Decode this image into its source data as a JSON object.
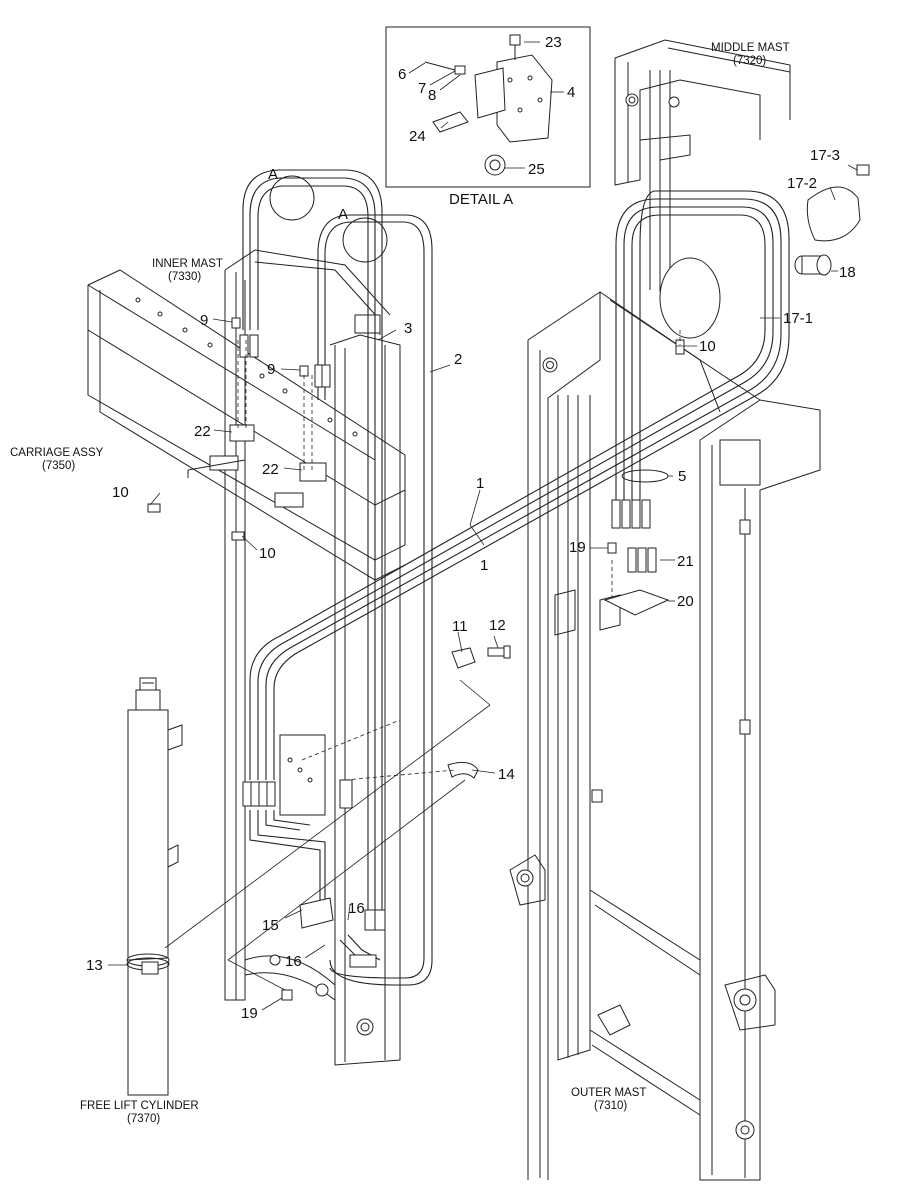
{
  "assemblies": {
    "middle_mast": {
      "name": "MIDDLE MAST",
      "code": "(7320)"
    },
    "inner_mast": {
      "name": "INNER MAST",
      "code": "(7330)"
    },
    "carriage_assy": {
      "name": "CARRIAGE ASSY",
      "code": "(7350)"
    },
    "free_lift_cylinder": {
      "name": "FREE LIFT CYLINDER",
      "code": "(7370)"
    },
    "outer_mast": {
      "name": "OUTER MAST",
      "code": "(7310)"
    }
  },
  "detail": {
    "title": "DETAIL A",
    "marker": "A"
  },
  "callouts": {
    "c1": "1",
    "c2": "2",
    "c3": "3",
    "c4": "4",
    "c5": "5",
    "c6": "6",
    "c7": "7",
    "c8": "8",
    "c9": "9",
    "c10": "10",
    "c11": "11",
    "c12": "12",
    "c13": "13",
    "c14": "14",
    "c15": "15",
    "c16": "16",
    "c17_1": "17-1",
    "c17_2": "17-2",
    "c17_3": "17-3",
    "c18": "18",
    "c19": "19",
    "c20": "20",
    "c21": "21",
    "c22": "22",
    "c23": "23",
    "c24": "24",
    "c25": "25"
  }
}
